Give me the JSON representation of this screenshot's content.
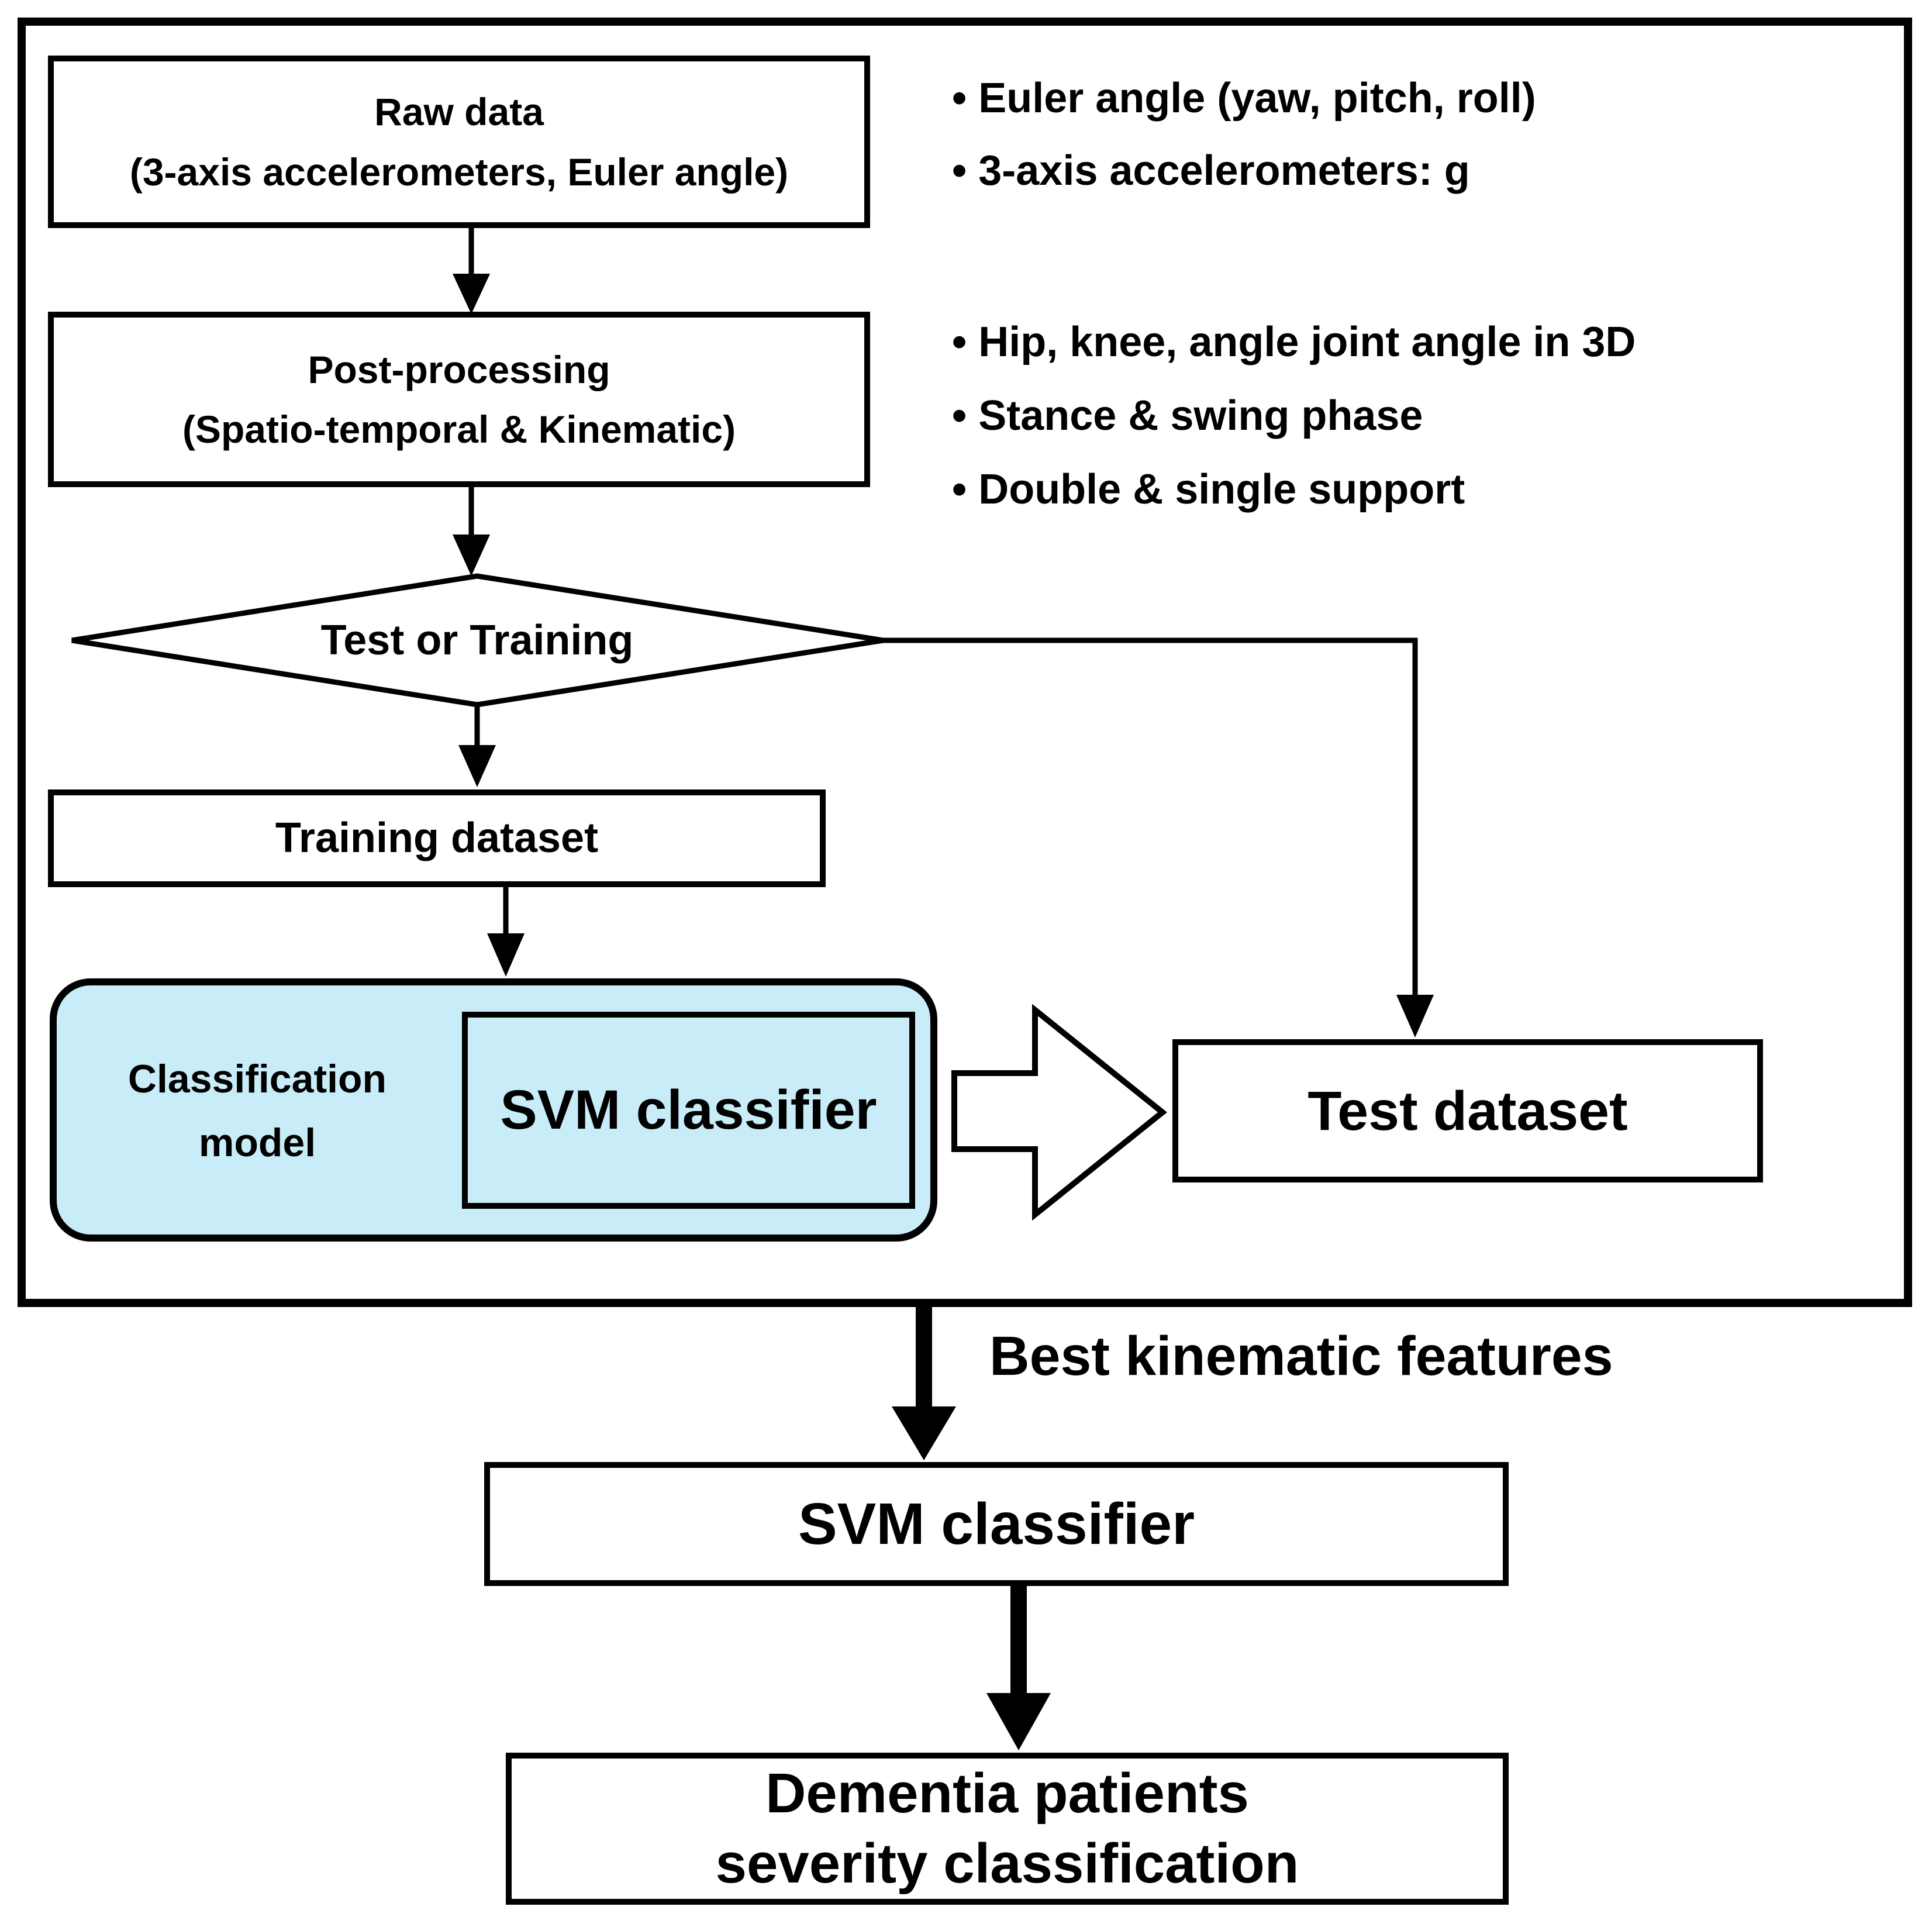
{
  "diagram": {
    "nodes": {
      "raw_data": {
        "line1": "Raw data",
        "line2": "(3-axis accelerometers, Euler angle)"
      },
      "post_processing": {
        "line1": "Post-processing",
        "line2": "(Spatio-temporal & Kinematic)"
      },
      "decision": {
        "label": "Test or Training"
      },
      "training_dataset": {
        "label": "Training dataset"
      },
      "classification_model": {
        "line1": "Classification",
        "line2": "model"
      },
      "svm_classifier_inner": {
        "label": "SVM classifier"
      },
      "test_dataset": {
        "label": "Test dataset"
      },
      "svm_classifier_final": {
        "label": "SVM classifier"
      },
      "dementia_result": {
        "line1": "Dementia patients",
        "line2": "severity classification"
      }
    },
    "annotations": {
      "raw_data_bullets": [
        "• Euler angle (yaw, pitch, roll)",
        "• 3-axis accelerometers: g"
      ],
      "post_processing_bullets": [
        "• Hip, knee, angle joint angle in 3D",
        "• Stance & swing phase",
        "• Double & single support"
      ],
      "big_arrow_label": "Best kinematic features"
    },
    "colors": {
      "highlight_fill": "#c8edf8",
      "line": "#000000",
      "background": "#ffffff"
    }
  }
}
